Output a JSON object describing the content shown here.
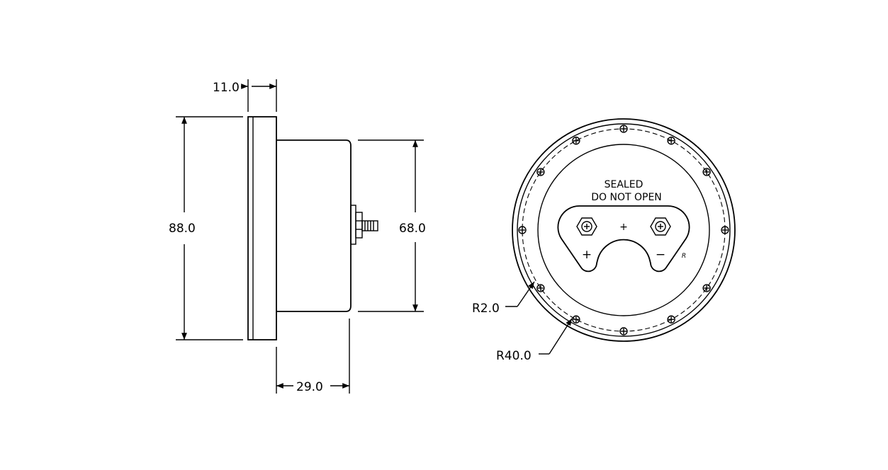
{
  "dimensions": {
    "flange_thickness": "11.0",
    "overall_height": "88.0",
    "body_height": "68.0",
    "body_depth": "29.0",
    "hole_radius": "R2.0",
    "bolt_circle_radius": "R40.0"
  },
  "rear_label": {
    "line1": "SEALED",
    "line2": "DO NOT OPEN",
    "center_mark": "+",
    "plus": "+",
    "minus": "−",
    "mark": "R"
  }
}
